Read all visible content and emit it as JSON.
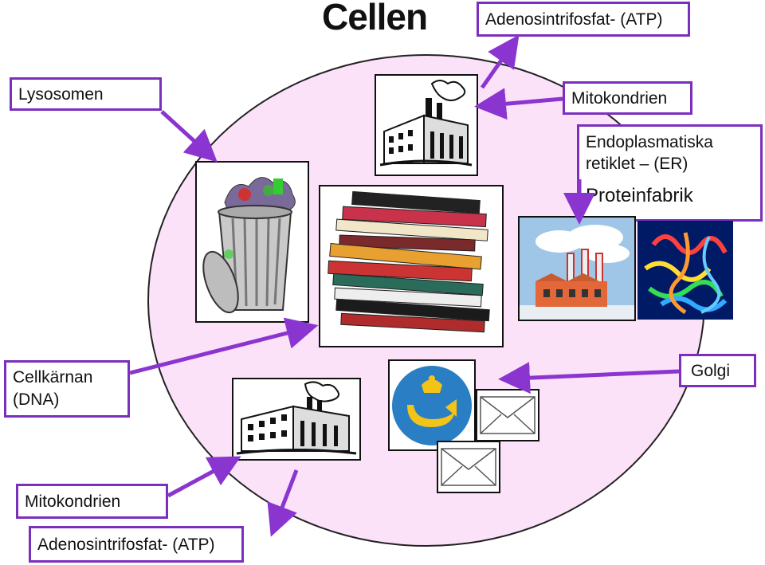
{
  "title": "Cellen",
  "labels": {
    "atp_top": "Adenosintrifosfat- (ATP)",
    "lysosome": "Lysosomen",
    "mito_top": "Mitokondrien",
    "er_line1": "Endoplasmatiska",
    "er_line2": "retiklet  – (ER)",
    "protein_factory": "Proteinfabrik",
    "nucleus_line1": "Cellkärnan",
    "nucleus_line2": "(DNA)",
    "golgi": "Golgi",
    "mito_bottom": "Mitokondrien",
    "atp_bottom": "Adenosintrifosfat- (ATP)"
  },
  "colors": {
    "label_border": "#7b2fbe",
    "arrow": "#8a35d0",
    "cell_fill": "#fbe2f8"
  },
  "icons": [
    "factory-icon",
    "trash-can-icon",
    "book-stack-icon",
    "industrial-factory-icon",
    "protein-structure-icon",
    "post-horn-logo-icon",
    "envelope-icon"
  ]
}
